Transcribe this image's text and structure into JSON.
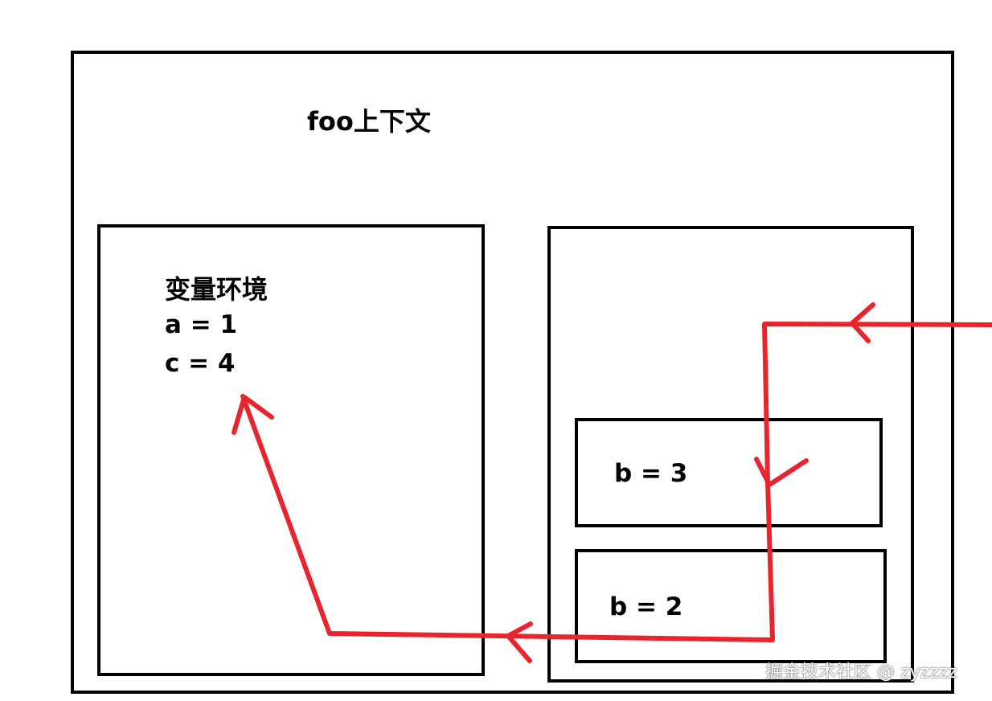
{
  "colors": {
    "border": "#000000",
    "arrow": "#e8242e",
    "background": "#ffffff"
  },
  "outer": {
    "title": "foo上下文"
  },
  "variable_environment": {
    "title": "变量环境",
    "entries": [
      "a = 1",
      "c = 4"
    ]
  },
  "lexical_environment": {
    "blocks": [
      "b = 3",
      "b = 2"
    ]
  },
  "watermark": "掘金技术社区 @ zyzzzz"
}
